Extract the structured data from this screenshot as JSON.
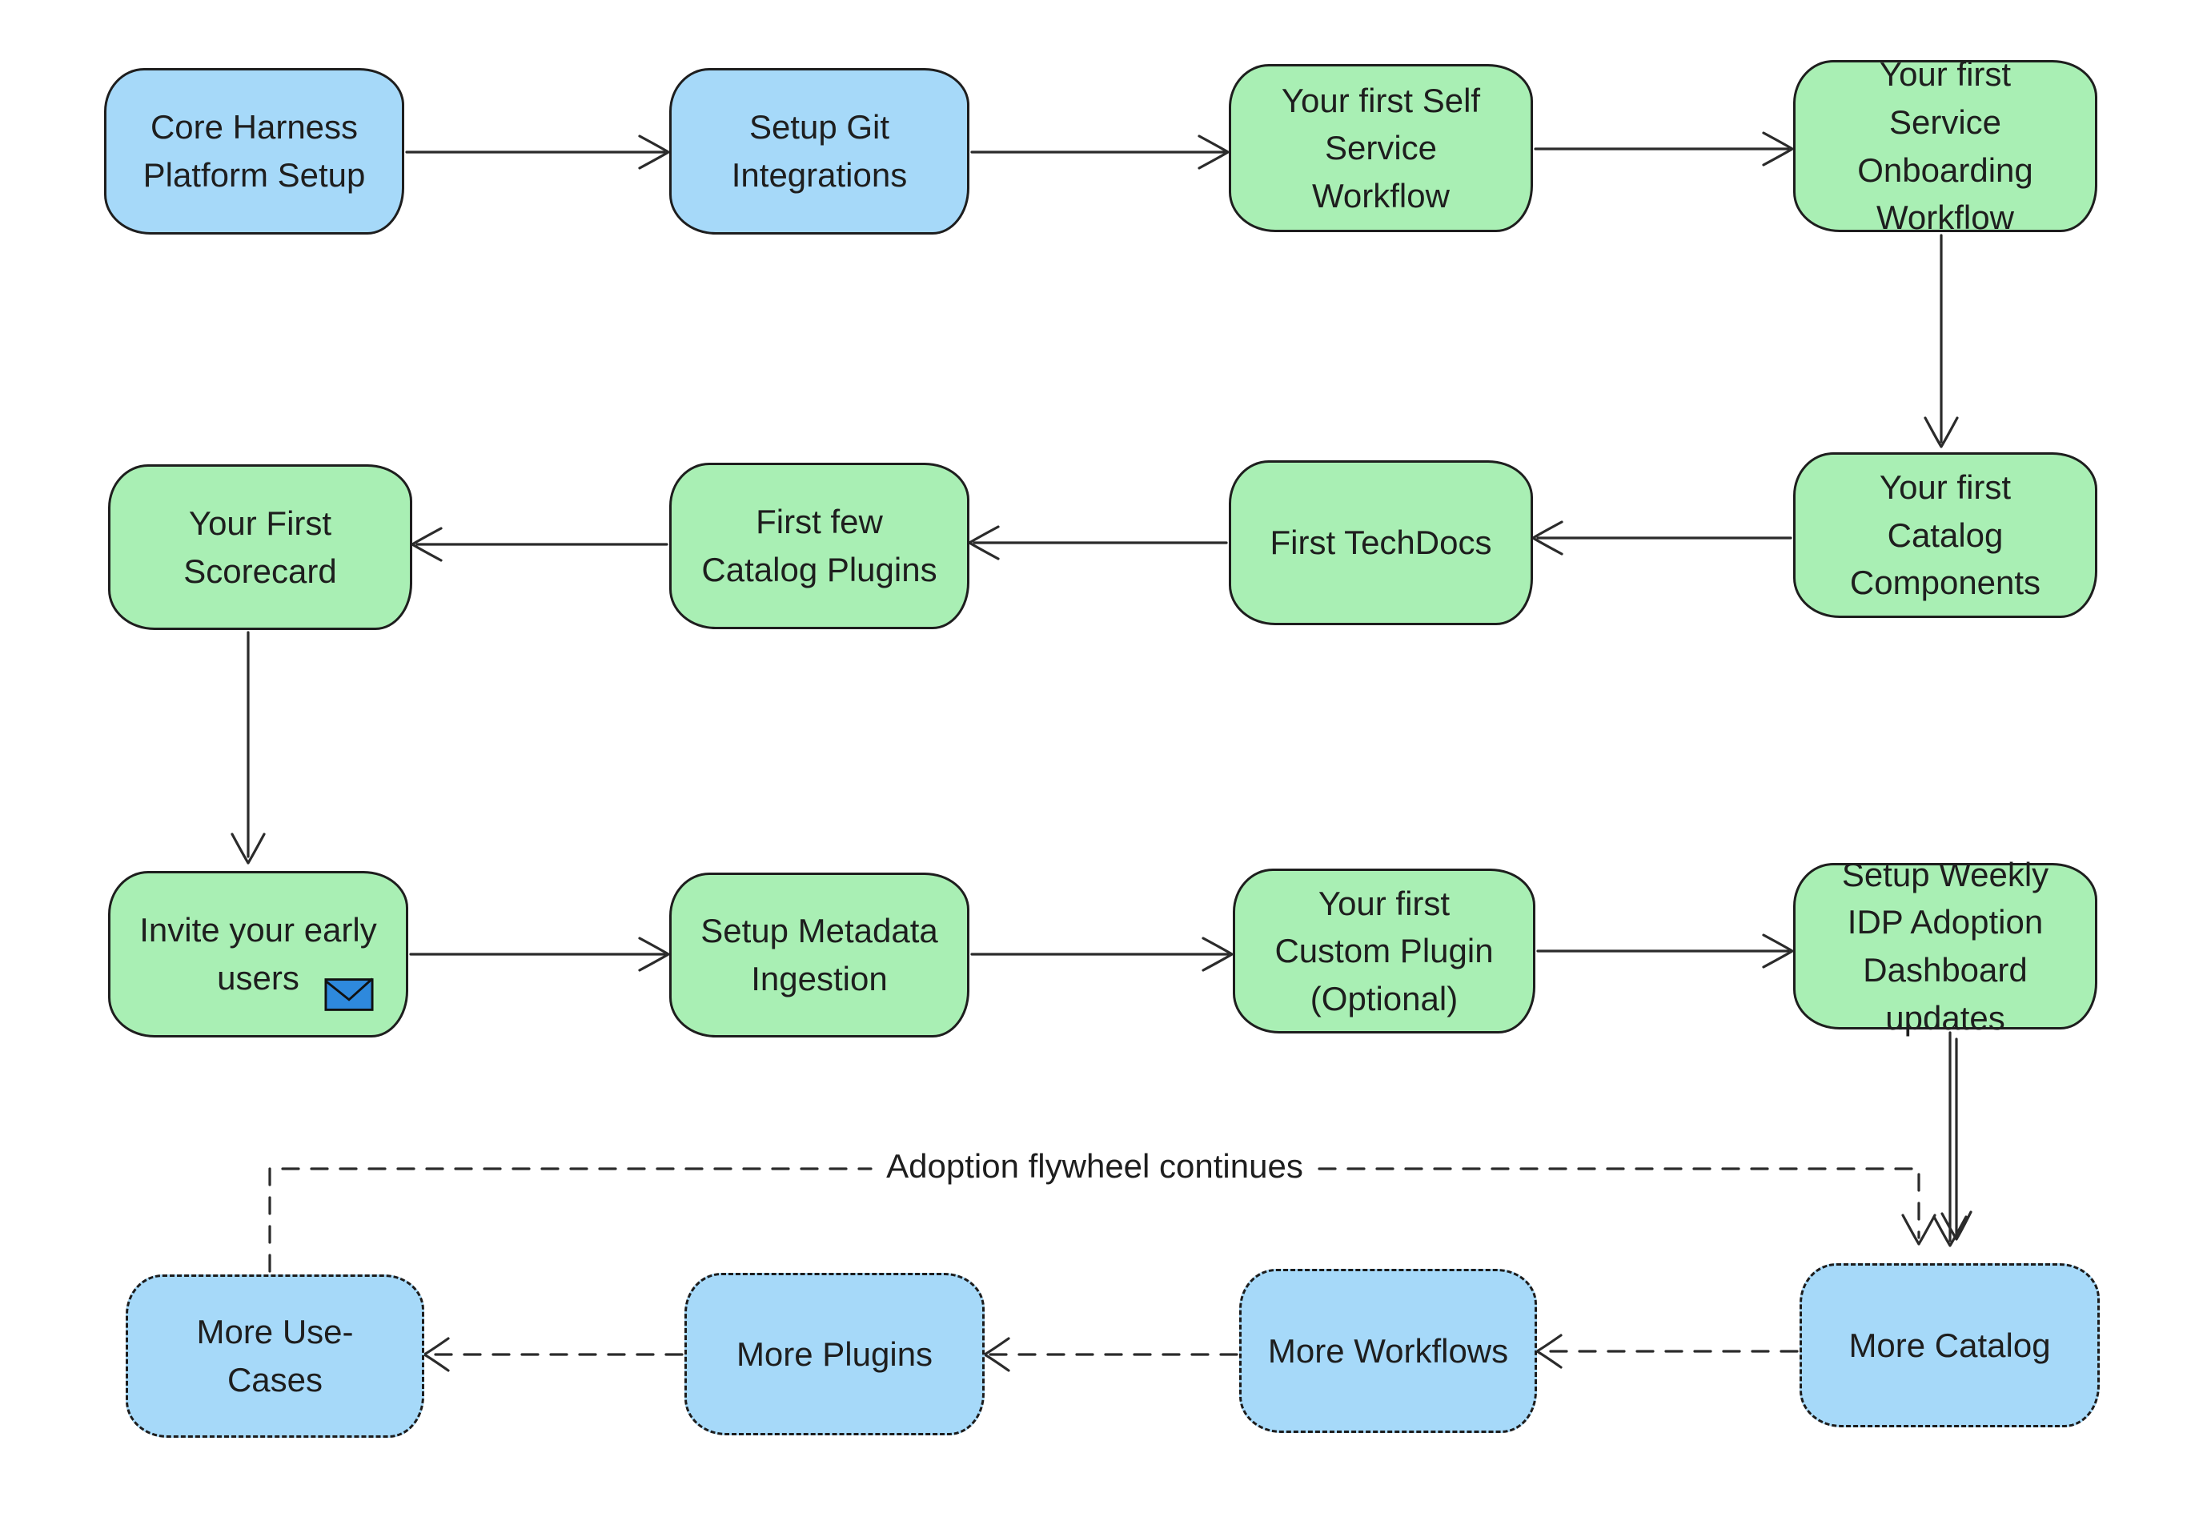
{
  "diagram": {
    "flywheel_label": "Adoption flywheel continues",
    "colors": {
      "box_blue": "#a6d9f9",
      "box_green": "#a9efb4",
      "stroke": "#1e1e1e",
      "envelope_blue": "#2e89dd"
    },
    "nodes": [
      {
        "id": "core-harness-platform-setup",
        "label": "Core Harness Platform Setup",
        "style": "blue-solid"
      },
      {
        "id": "setup-git-integrations",
        "label": "Setup Git Integrations",
        "style": "blue-solid"
      },
      {
        "id": "first-self-service-workflow",
        "label": "Your first Self Service Workflow",
        "style": "green-solid"
      },
      {
        "id": "first-service-onboarding-workflow",
        "label": "Your first Service Onboarding Workflow",
        "style": "green-solid"
      },
      {
        "id": "first-catalog-components",
        "label": "Your first Catalog Components",
        "style": "green-solid"
      },
      {
        "id": "first-techdocs",
        "label": "First TechDocs",
        "style": "green-solid"
      },
      {
        "id": "first-few-catalog-plugins",
        "label": "First few Catalog Plugins",
        "style": "green-solid"
      },
      {
        "id": "your-first-scorecard",
        "label": "Your First Scorecard",
        "style": "green-solid"
      },
      {
        "id": "invite-your-early-users",
        "label": "Invite your early users",
        "style": "green-solid",
        "icon": "envelope-icon"
      },
      {
        "id": "setup-metadata-ingestion",
        "label": "Setup Metadata Ingestion",
        "style": "green-solid"
      },
      {
        "id": "first-custom-plugin-optional",
        "label": "Your first Custom Plugin (Optional)",
        "style": "green-solid"
      },
      {
        "id": "setup-weekly-idp-dashboard-updates",
        "label": "Setup Weekly IDP Adoption Dashboard updates",
        "style": "green-solid"
      },
      {
        "id": "more-catalog",
        "label": "More Catalog",
        "style": "blue-dashed"
      },
      {
        "id": "more-workflows",
        "label": "More Workflows",
        "style": "blue-dashed"
      },
      {
        "id": "more-plugins",
        "label": "More Plugins",
        "style": "blue-dashed"
      },
      {
        "id": "more-use-cases",
        "label": "More Use-Cases",
        "style": "blue-dashed"
      }
    ],
    "edges": [
      {
        "from": "core-harness-platform-setup",
        "to": "setup-git-integrations",
        "style": "solid"
      },
      {
        "from": "setup-git-integrations",
        "to": "first-self-service-workflow",
        "style": "solid"
      },
      {
        "from": "first-self-service-workflow",
        "to": "first-service-onboarding-workflow",
        "style": "solid"
      },
      {
        "from": "first-service-onboarding-workflow",
        "to": "first-catalog-components",
        "style": "solid"
      },
      {
        "from": "first-catalog-components",
        "to": "first-techdocs",
        "style": "solid"
      },
      {
        "from": "first-techdocs",
        "to": "first-few-catalog-plugins",
        "style": "solid"
      },
      {
        "from": "first-few-catalog-plugins",
        "to": "your-first-scorecard",
        "style": "solid"
      },
      {
        "from": "your-first-scorecard",
        "to": "invite-your-early-users",
        "style": "solid"
      },
      {
        "from": "invite-your-early-users",
        "to": "setup-metadata-ingestion",
        "style": "solid"
      },
      {
        "from": "setup-metadata-ingestion",
        "to": "first-custom-plugin-optional",
        "style": "solid"
      },
      {
        "from": "first-custom-plugin-optional",
        "to": "setup-weekly-idp-dashboard-updates",
        "style": "solid"
      },
      {
        "from": "setup-weekly-idp-dashboard-updates",
        "to": "more-catalog",
        "style": "solid"
      },
      {
        "from": "more-catalog",
        "to": "more-workflows",
        "style": "dashed"
      },
      {
        "from": "more-workflows",
        "to": "more-plugins",
        "style": "dashed"
      },
      {
        "from": "more-plugins",
        "to": "more-use-cases",
        "style": "dashed"
      },
      {
        "from": "more-use-cases",
        "to": "more-catalog",
        "style": "dashed",
        "label": "Adoption flywheel continues"
      }
    ]
  }
}
